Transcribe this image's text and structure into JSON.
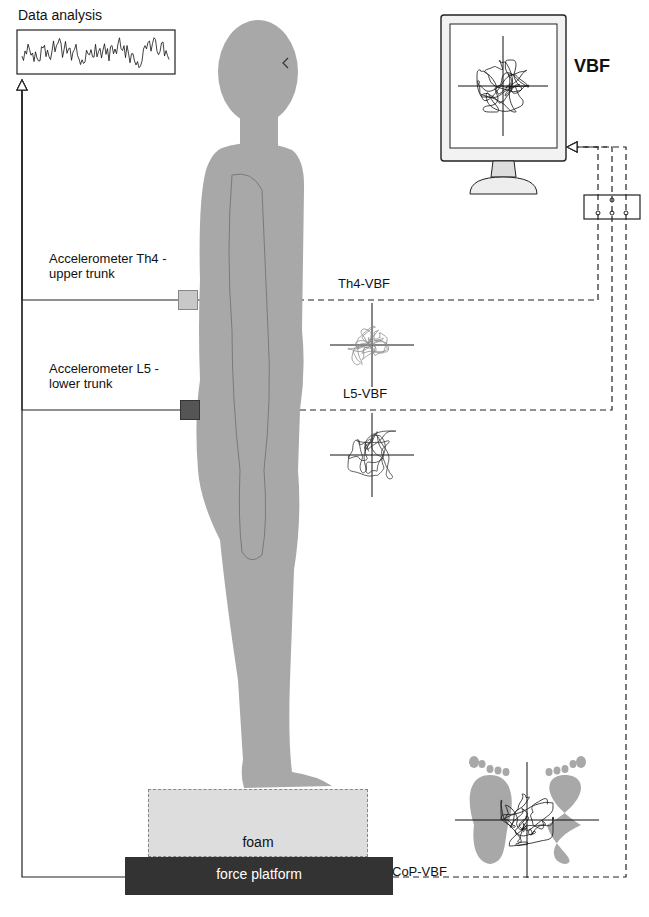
{
  "diagram": {
    "nodes": [
      {
        "text": [
          "Data analysis"
        ]
      },
      {
        "text": [
          "VBF"
        ]
      },
      {
        "text": [
          "Accelerometer Th4 - upper trunk"
        ]
      },
      {
        "text": [
          "Accelerometer L5 - lower trunk"
        ]
      },
      {
        "text": [
          "foam"
        ]
      },
      {
        "text": [
          "force platform"
        ]
      }
    ],
    "edges": [
      {
        "from": 2,
        "to": 0,
        "arrow": "to"
      },
      {
        "from": 3,
        "to": 0,
        "arrow": "to"
      },
      {
        "from": 5,
        "to": 0,
        "arrow": "to"
      },
      {
        "from": 2,
        "to": 1,
        "arrow": "to"
      },
      {
        "from": 3,
        "to": 1,
        "arrow": "to"
      },
      {
        "from": 5,
        "to": 1,
        "arrow": "to"
      }
    ],
    "labels": [
      "Th4-VBF",
      "L5-VBF",
      "CoP-VBF"
    ]
  }
}
